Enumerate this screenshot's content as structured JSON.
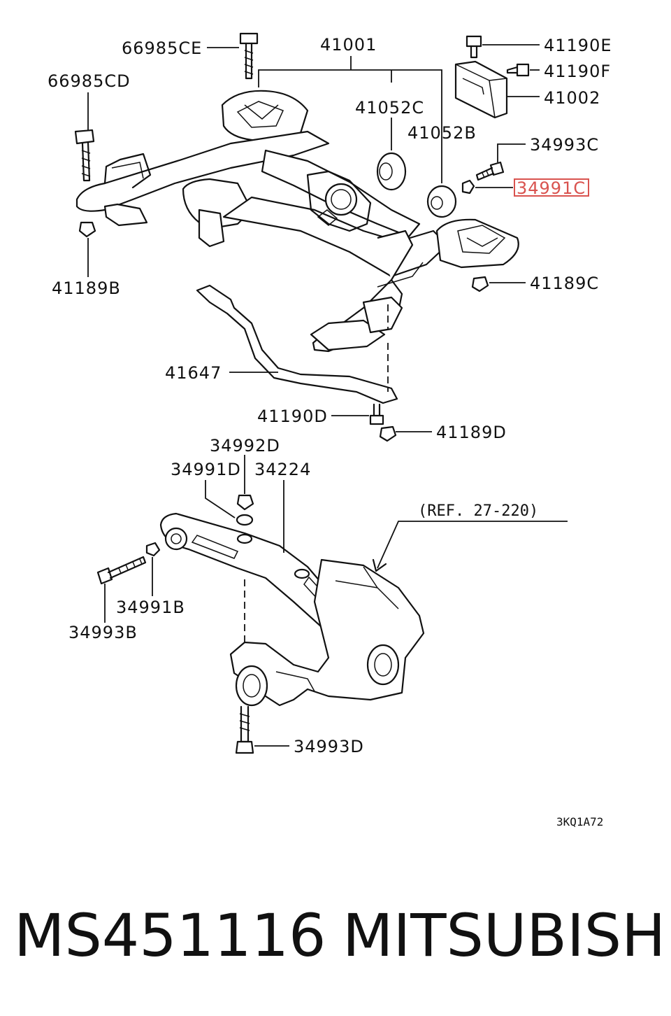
{
  "diagram": {
    "labels": {
      "p66985CE": "66985CE",
      "p41001": "41001",
      "p41190E": "41190E",
      "p41190F": "41190F",
      "p41002": "41002",
      "p66985CD": "66985CD",
      "p41052C": "41052C",
      "p41052B": "41052B",
      "p34993C": "34993C",
      "p34991C": "34991C",
      "p41189B": "41189B",
      "p41189C": "41189C",
      "p41647": "41647",
      "p41190D": "41190D",
      "p41189D": "41189D",
      "p34992D": "34992D",
      "p34991D": "34991D",
      "p34224": "34224",
      "ref": "(REF. 27-220)",
      "p34991B": "34991B",
      "p34993B": "34993B",
      "p34993D": "34993D"
    },
    "drawing_code": "3KQ1A72",
    "highlighted_part": "34991C",
    "highlight_color": "#d9534f"
  },
  "footer": {
    "part_number": "MS451116",
    "brand": "MITSUBISHI"
  }
}
